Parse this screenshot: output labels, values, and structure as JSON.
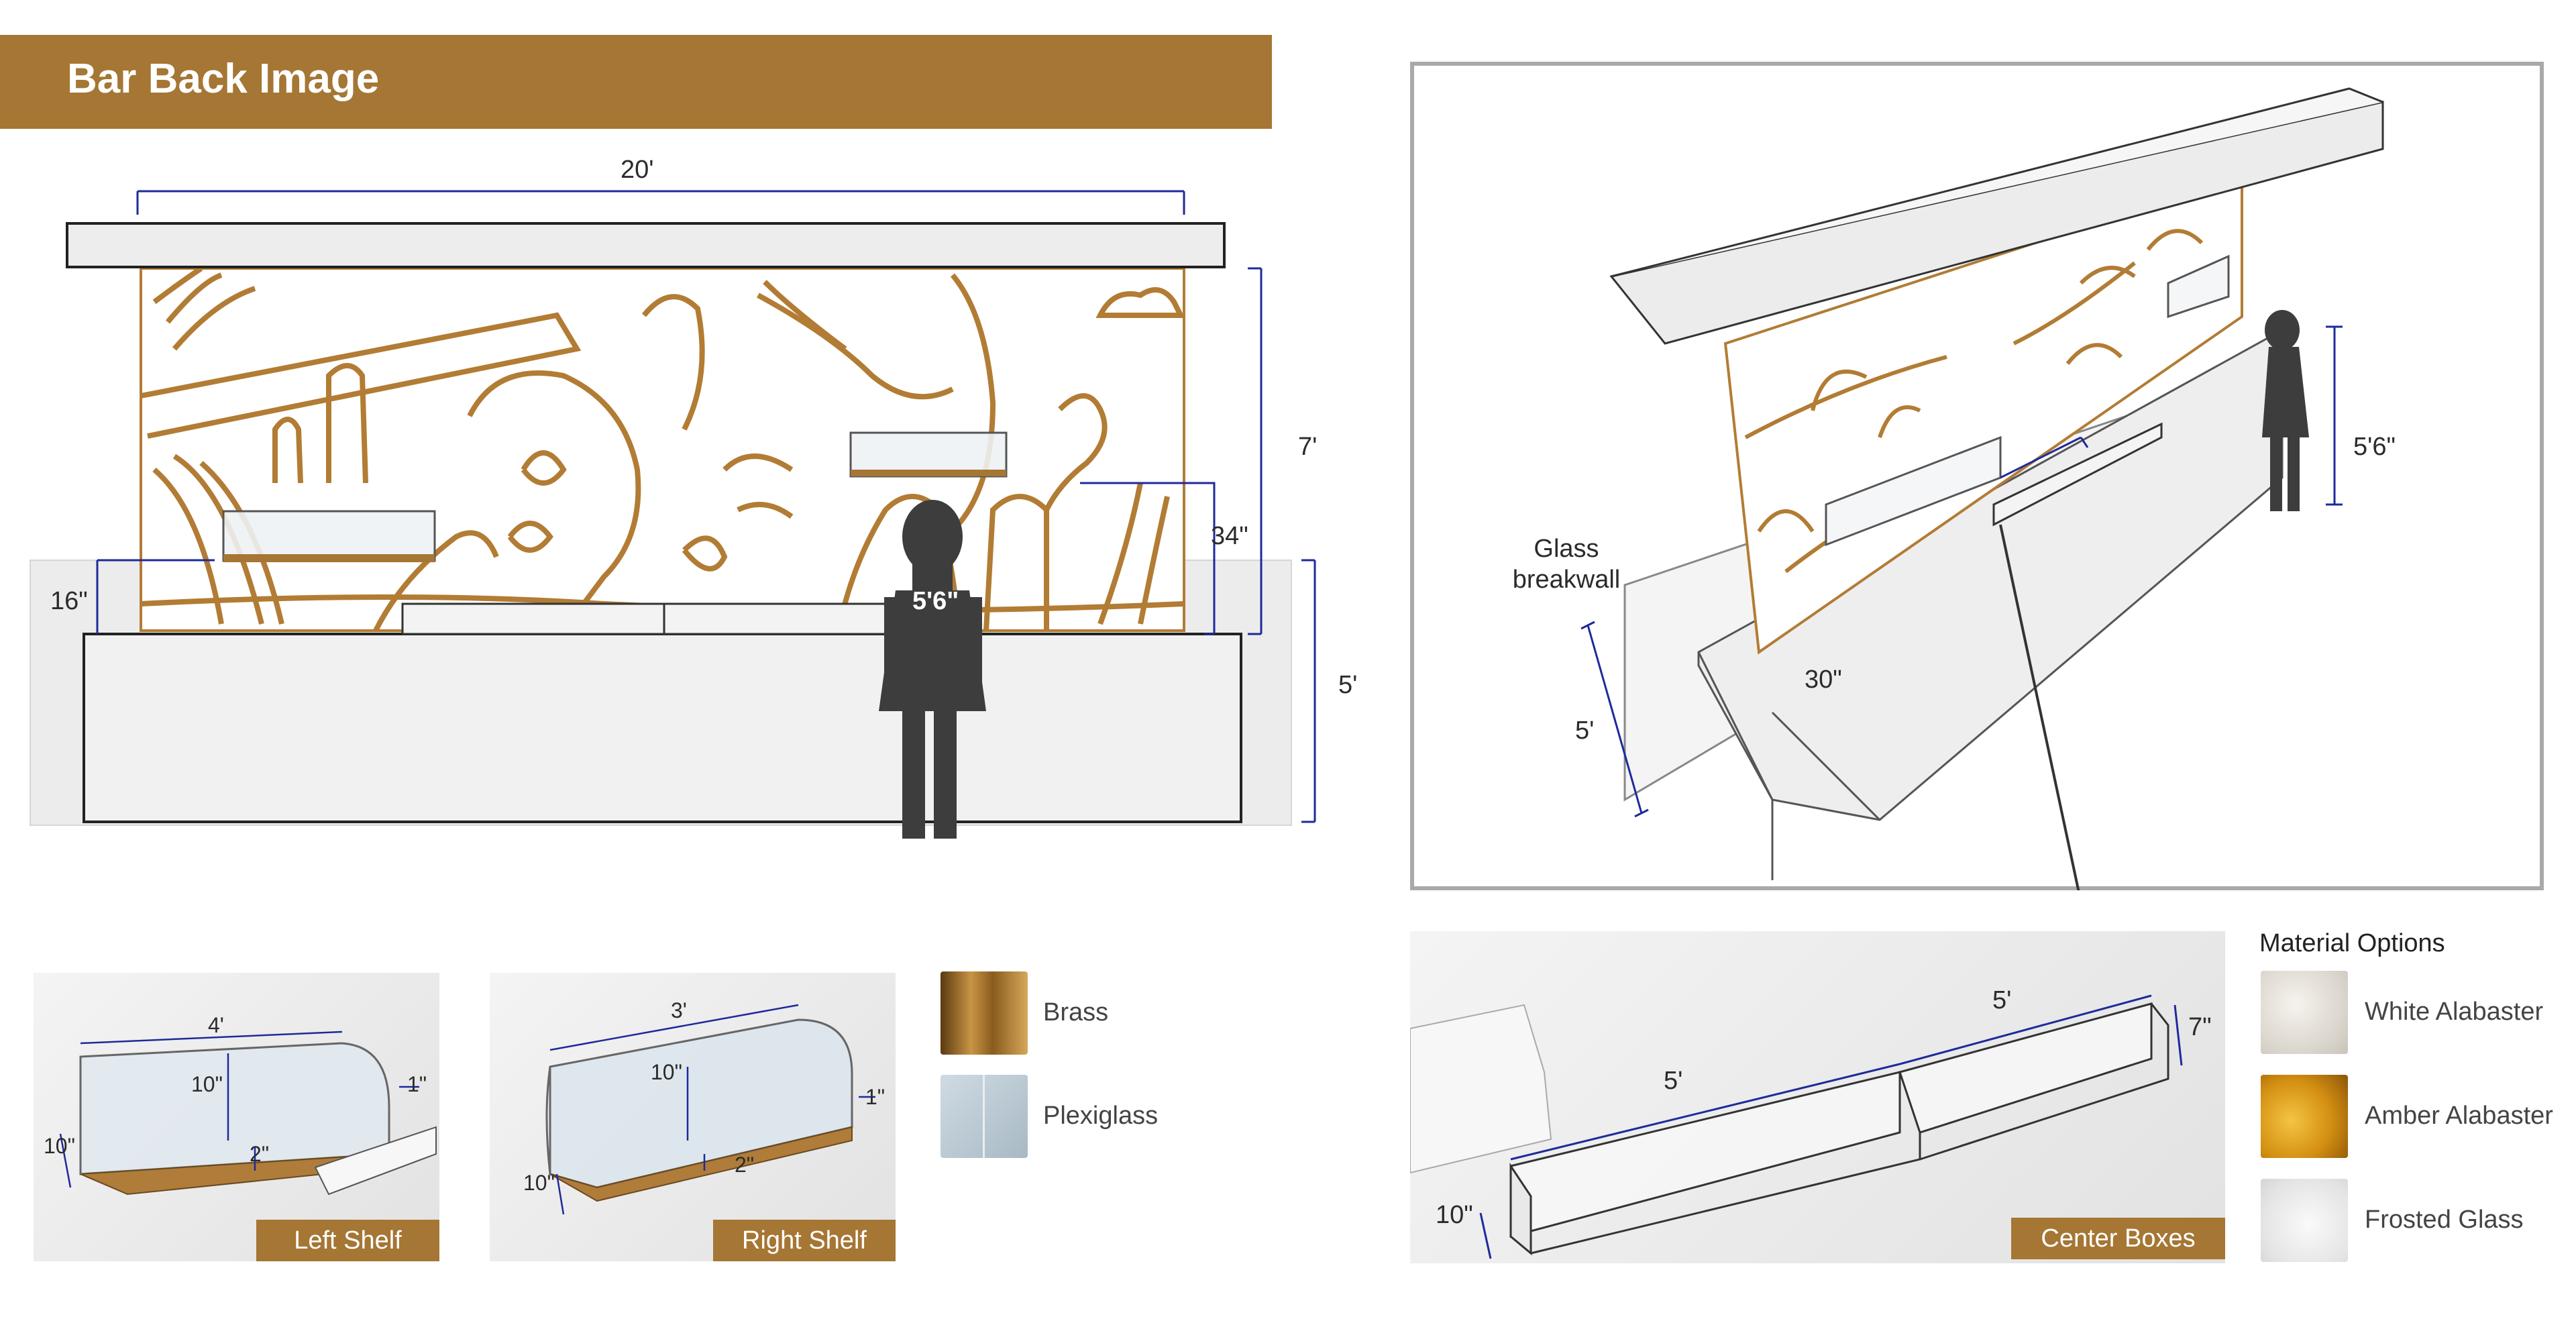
{
  "page": {
    "title": "Bar Back Image"
  },
  "elevation": {
    "dims": {
      "width": "20'",
      "height": "7'",
      "shelf_height": "34\"",
      "counter_height": "5'",
      "side_height": "16\"",
      "person": "5'6\""
    }
  },
  "perspective": {
    "labels": {
      "breakwall": "Glass breakwall",
      "person": "5'6\"",
      "depth": "30\"",
      "wall_height": "5'"
    }
  },
  "left_shelf": {
    "caption": "Left Shelf",
    "dims": {
      "length": "4'",
      "height": "10\"",
      "depth": "10\"",
      "thickness": "1\"",
      "base": "2\""
    }
  },
  "right_shelf": {
    "caption": "Right Shelf",
    "dims": {
      "length": "3'",
      "height": "10\"",
      "depth": "10\"",
      "thickness": "1\"",
      "base": "2\""
    }
  },
  "materials_mid": [
    {
      "name": "Brass",
      "color": "#a8782f"
    },
    {
      "name": "Plexiglass",
      "color": "#b9c8d2"
    }
  ],
  "center_boxes": {
    "caption": "Center Boxes",
    "dims": {
      "left_length": "5'",
      "right_length": "5'",
      "height": "7\"",
      "depth": "10\""
    }
  },
  "material_options": {
    "title": "Material Options",
    "items": [
      {
        "name": "White Alabaster",
        "color": "#e8e4dc"
      },
      {
        "name": "Amber Alabaster",
        "color": "#d79a1e"
      },
      {
        "name": "Frosted Glass",
        "color": "#ededed"
      }
    ]
  }
}
